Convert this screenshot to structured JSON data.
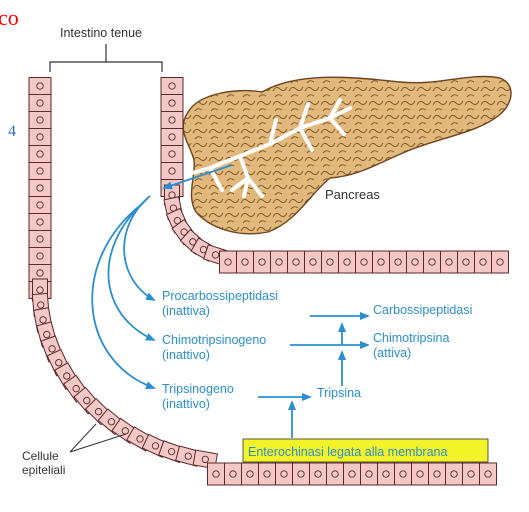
{
  "fragments": {
    "top": "co",
    "side": "4"
  },
  "labels": {
    "intestine": "Intestino tenue",
    "pancreas": "Pancreas",
    "cells_line1": "Cellule",
    "cells_line2": "epiteliali"
  },
  "enzymes": {
    "procarbox": [
      "Procarbossipeptidasi",
      "(inattiva)"
    ],
    "chymotrypsinogen": [
      "Chimotripsinogeno",
      "(inattivo)"
    ],
    "trypsinogen": [
      "Tripsinogeno",
      "(inattivo)"
    ],
    "carbox": "Carbossipeptidasi",
    "chymotrypsin": [
      "Chimotripsina",
      "(attiva)"
    ],
    "trypsin": "Tripsina"
  },
  "enterokinase": "Enterochinasi legata alla membrana",
  "colors": {
    "cell_fill": "#f3c8c6",
    "cell_stroke": "#5a2a2a",
    "arrow_blue": "#2a8fd0",
    "highlight": "#f3f32a",
    "pancreas_fill": "#e2b97c"
  }
}
